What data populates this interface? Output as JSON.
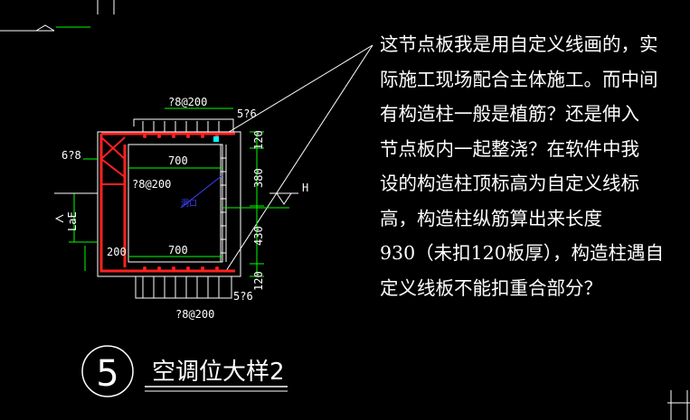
{
  "question": {
    "lines": [
      "这节点板我是用自定义线画的，实",
      "际施工现场配合主体施工。而中间",
      "有构造柱一般是植筋？还是伸入",
      "节点板内一起整浇？在软件中我",
      "设的构造柱顶标高为自定义线标",
      "高，构造柱纵筋算出来长度",
      "930（未扣120板厚），构造柱遇自",
      "定义线板不能扣重合部分？"
    ]
  },
  "detail": {
    "number": "5",
    "title": "空调位大样2"
  },
  "drawing": {
    "rebar_top": "?8@200",
    "rebar_top_right": "5?6",
    "rebar_left": "6?8",
    "rebar_inner": "?8@200",
    "rebar_bottom": "?8@200",
    "rebar_bottom_right": "5?6",
    "width_top": "700",
    "width_bottom": "700",
    "dim_left_bottom": "200",
    "dim_right_1": "120",
    "dim_right_2": "380",
    "dim_right_3": "430",
    "dim_right_4": "120",
    "level_mark": "H",
    "anchor_label": "LaE",
    "hole_label": "洞口"
  },
  "colors": {
    "background": "#000000",
    "text": "#ffffff",
    "rebar": "#ff2020",
    "dimension": "#00ff00",
    "outline": "#ffffff",
    "accent": "#00ffff"
  }
}
